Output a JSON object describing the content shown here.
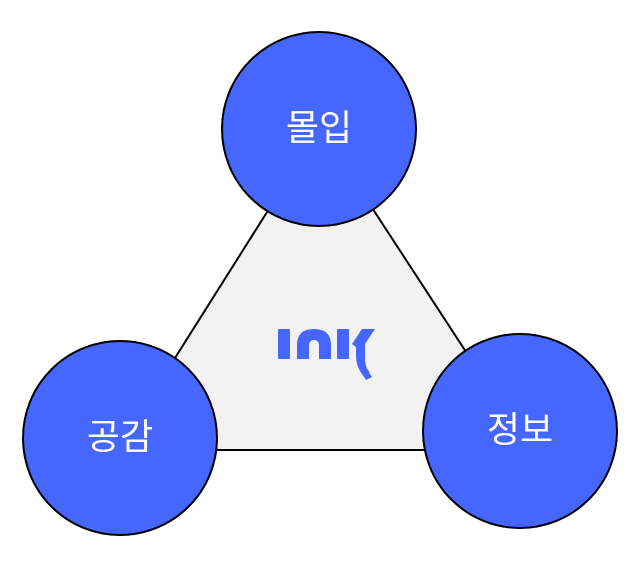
{
  "diagram": {
    "center_logo": {
      "text": "INK",
      "color": "#4566ff"
    },
    "nodes": [
      {
        "id": "top",
        "label": "몰입"
      },
      {
        "id": "left",
        "label": "공감"
      },
      {
        "id": "right",
        "label": "정보"
      }
    ],
    "colors": {
      "node_fill": "#4566ff",
      "node_stroke": "#000000",
      "triangle_fill": "#f2f2f2",
      "triangle_stroke": "#000000",
      "label_text": "#ffffff"
    }
  }
}
